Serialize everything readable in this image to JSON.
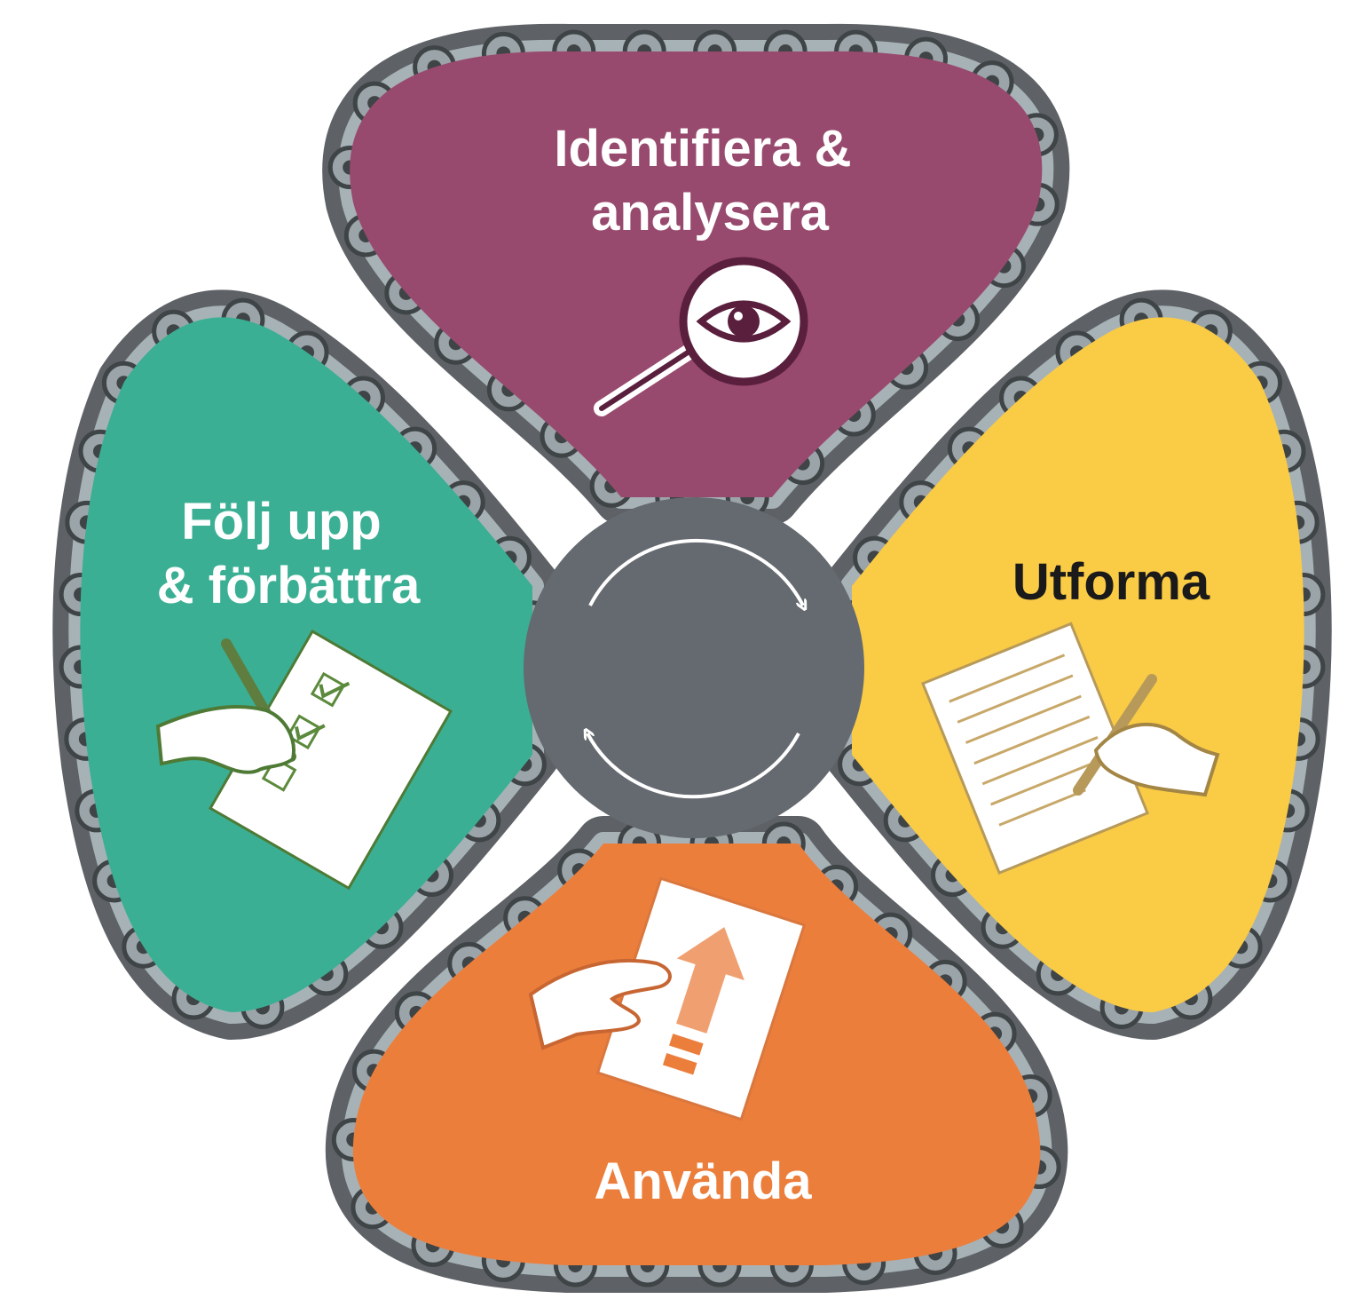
{
  "diagram": {
    "petals": [
      {
        "id": "identify",
        "lines": [
          "Identifiera &",
          "analysera"
        ],
        "fill": "#984A6E",
        "text_color": "#FFFFFF",
        "icon": "magnifier-eye-icon"
      },
      {
        "id": "design",
        "lines": [
          "Utforma"
        ],
        "fill": "#FACB45",
        "text_color": "#1A1A1A",
        "icon": "hand-writing-document-icon"
      },
      {
        "id": "use",
        "lines": [
          "Använda"
        ],
        "fill": "#EC7E3C",
        "text_color": "#FFFFFF",
        "icon": "hand-holding-sheet-arrow-icon"
      },
      {
        "id": "follow-up",
        "lines": [
          "Följ upp",
          "& förbättra"
        ],
        "fill": "#3BAF93",
        "text_color": "#FFFFFF",
        "icon": "hand-checklist-icon"
      }
    ],
    "hub": {
      "fill": "#656A70",
      "icon": "cycle-arrows-icon"
    },
    "chain": {
      "plate_color": "#5E6266",
      "link_color": "#A7B2B7",
      "roller_color": "#9AA4A9",
      "pin_color": "#3F4447"
    }
  }
}
